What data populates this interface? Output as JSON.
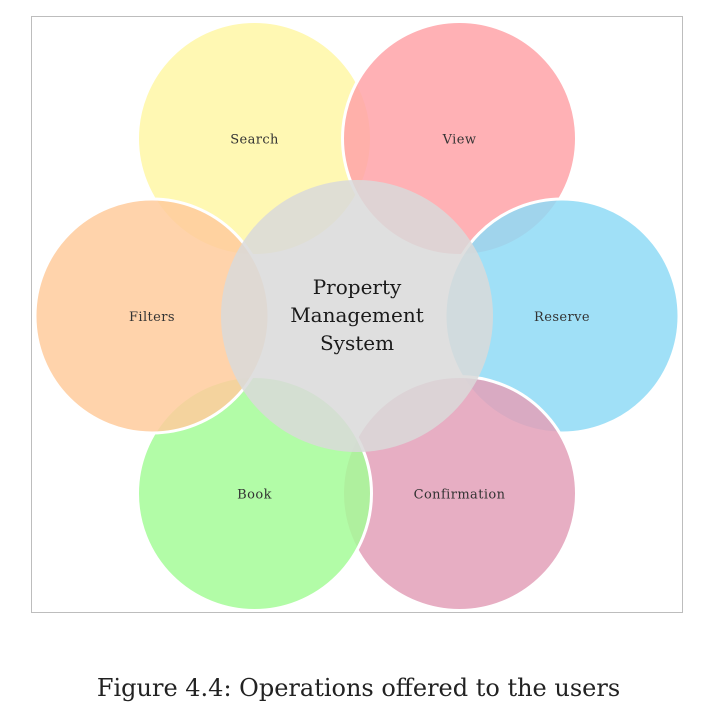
{
  "diagram": {
    "center": {
      "lines": [
        "Property",
        "Management",
        "System"
      ],
      "color": "#d9d9d9"
    },
    "operations": [
      {
        "label": "Search",
        "color": "#fff7a6"
      },
      {
        "label": "View",
        "color": "#ffa3a8"
      },
      {
        "label": "Reserve",
        "color": "#8fdaf6"
      },
      {
        "label": "Confirmation",
        "color": "#e3a0b8"
      },
      {
        "label": "Book",
        "color": "#a4fb98"
      },
      {
        "label": "Filters",
        "color": "#ffcb9c"
      }
    ]
  },
  "caption": "Figure 4.4: Operations offered to the users"
}
